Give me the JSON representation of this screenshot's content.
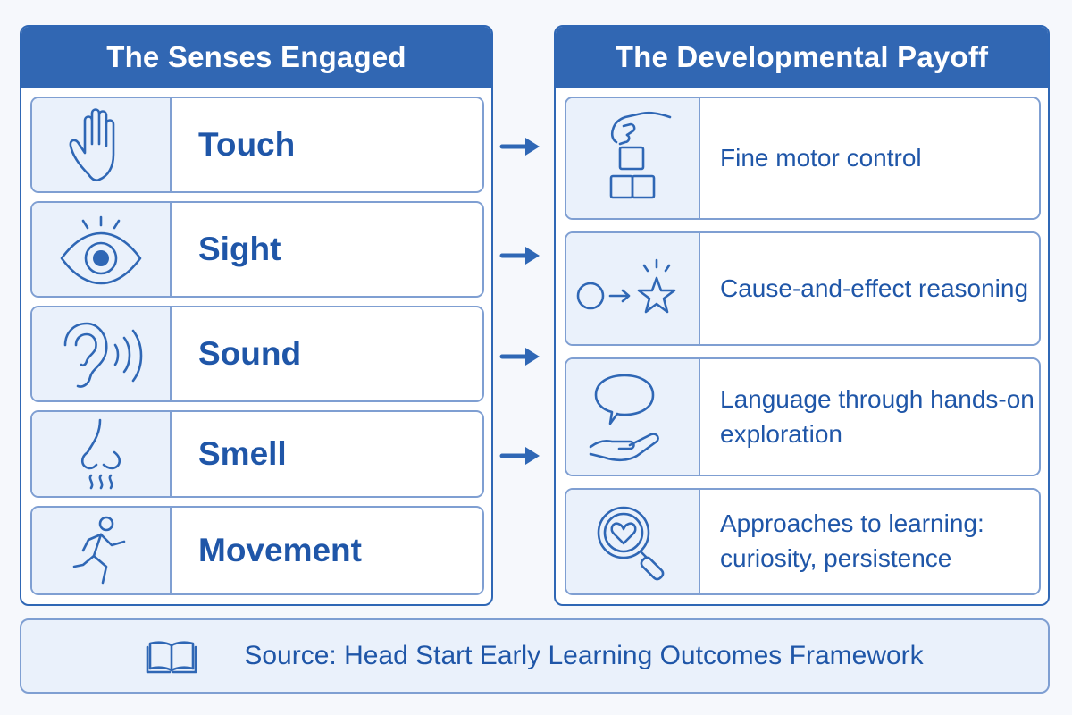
{
  "left_panel": {
    "title": "The Senses Engaged",
    "items": [
      {
        "label": "Touch",
        "icon": "hand-icon"
      },
      {
        "label": "Sight",
        "icon": "eye-icon"
      },
      {
        "label": "Sound",
        "icon": "ear-icon"
      },
      {
        "label": "Smell",
        "icon": "nose-icon"
      },
      {
        "label": "Movement",
        "icon": "running-person-icon"
      }
    ]
  },
  "right_panel": {
    "title": "The Developmental Payoff",
    "items": [
      {
        "label": "Fine motor control",
        "icon": "hand-stacking-blocks-icon"
      },
      {
        "label": "Cause-and-effect reasoning",
        "icon": "circle-arrow-star-icon"
      },
      {
        "label": "Language through hands-on exploration",
        "icon": "speech-bubble-hand-icon"
      },
      {
        "label": "Approaches to learning: curiosity, persistence",
        "icon": "magnifier-heart-icon"
      }
    ]
  },
  "source": {
    "text": "Source: Head Start Early Learning Outcomes Framework",
    "icon": "open-book-icon"
  },
  "colors": {
    "header_blue": "#3167b3",
    "text_blue": "#1f56a8",
    "card_border": "#7f9fd2",
    "icon_bg": "#eaf1fb"
  }
}
